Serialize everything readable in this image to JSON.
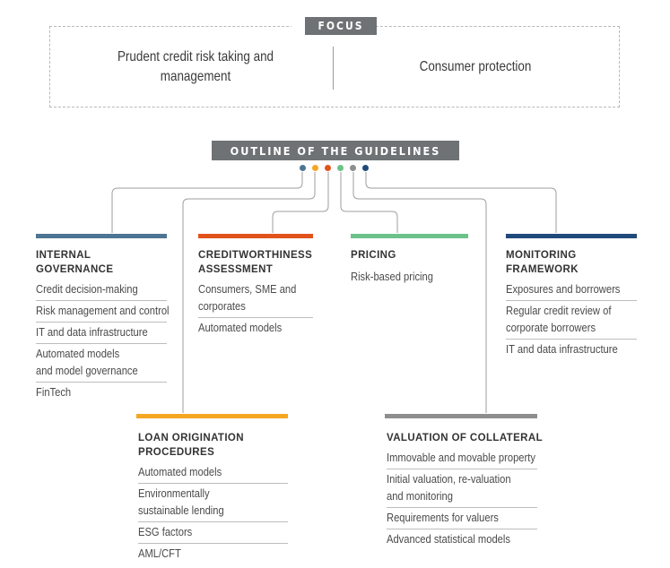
{
  "focus": {
    "label": "FOCUS",
    "left_line1": "Prudent credit risk taking and",
    "left_line2": "management",
    "right": "Consumer protection"
  },
  "outline": {
    "label": "OUTLINE OF THE GUIDELINES"
  },
  "colors": {
    "blue_steel": "#4d7593",
    "orange": "#f5a623",
    "red_orange": "#e2531c",
    "green": "#6cc28a",
    "gray": "#8e8e8e",
    "navy": "#1f4a7a",
    "badge_bg": "#6e7274"
  },
  "sections": {
    "internal_governance": {
      "title_line1": "INTERNAL",
      "title_line2": "GOVERNANCE",
      "items": [
        "Credit decision-making",
        "Risk management and control",
        "IT and data infrastructure",
        "Automated models",
        "and model governance",
        "FinTech"
      ]
    },
    "creditworthiness": {
      "title_line1": "CREDITWORTHINESS",
      "title_line2": "ASSESSMENT",
      "items": [
        "Consumers, SME and",
        "corporates",
        "Automated models"
      ]
    },
    "pricing": {
      "title_line1": "PRICING",
      "items": [
        "Risk-based pricing"
      ]
    },
    "monitoring": {
      "title_line1": "MONITORING",
      "title_line2": "FRAMEWORK",
      "items": [
        "Exposures and borrowers",
        "Regular credit review of",
        "corporate borrowers",
        "IT and data infrastructure"
      ]
    },
    "loan_origination": {
      "title_line1": "LOAN ORIGINATION",
      "title_line2": "PROCEDURES",
      "items": [
        "Automated models",
        "Environmentally",
        "sustainable lending",
        "ESG factors",
        "AML/CFT"
      ]
    },
    "valuation": {
      "title_line1": "VALUATION OF COLLATERAL",
      "items": [
        "Immovable and movable property",
        "Initial valuation, re-valuation",
        "and monitoring",
        "Requirements for valuers",
        "Advanced statistical models"
      ]
    }
  }
}
